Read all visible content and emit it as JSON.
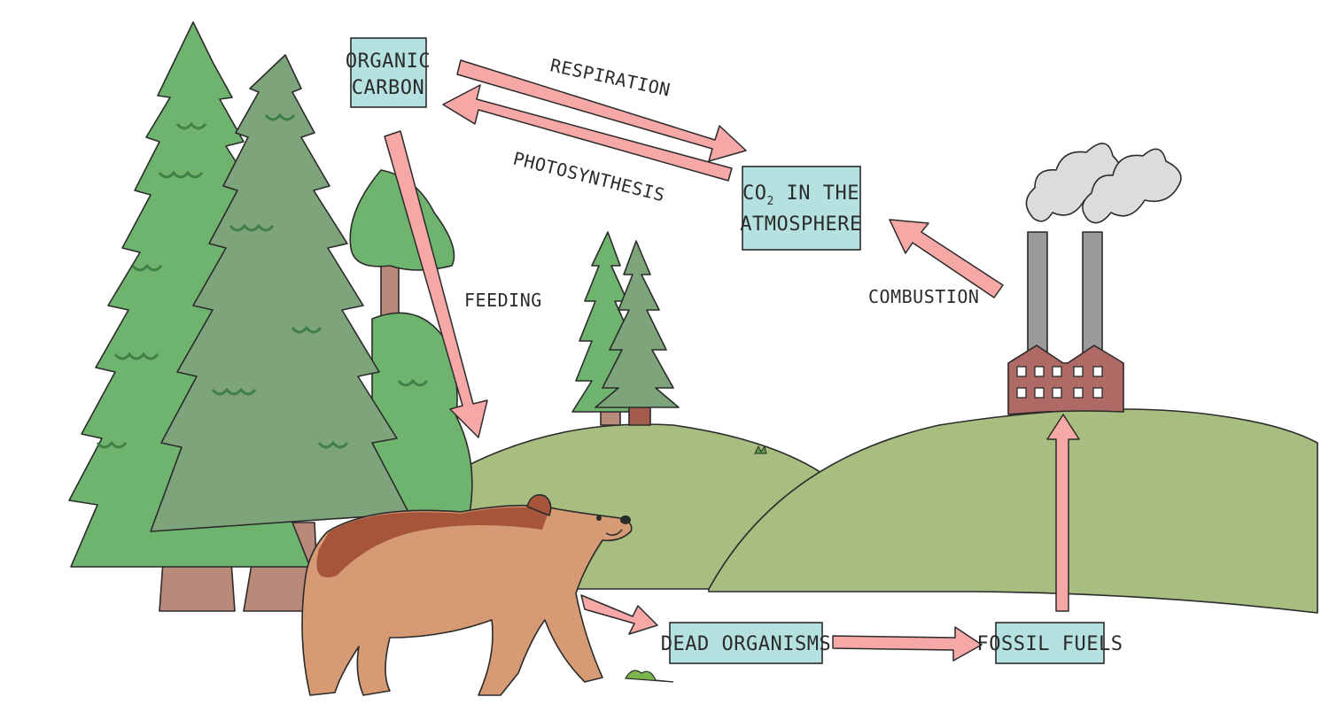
{
  "nodes": {
    "organic_carbon": {
      "line1": "ORGANIC",
      "line2": "CARBON"
    },
    "co2_atmosphere": {
      "line1_prefix": "CO",
      "line1_sub": "2",
      "line1_suffix": " IN THE",
      "line2": "ATMOSPHERE"
    },
    "dead_organisms": {
      "label": "DEAD ORGANISMS"
    },
    "fossil_fuels": {
      "label": "FOSSIL FUELS"
    }
  },
  "arrows": {
    "respiration": {
      "label": "RESPIRATION"
    },
    "photosynthesis": {
      "label": "PHOTOSYNTHESIS"
    },
    "feeding": {
      "label": "FEEDING"
    },
    "combustion": {
      "label": "COMBUSTION"
    }
  },
  "colors": {
    "box_fill": "#b5e2e0",
    "arrow_fill": "#f6a8a6",
    "hill": "#a8bd80",
    "tree_light": "#6fb46e",
    "tree_dark": "#7da47a",
    "bear": "#d69a74",
    "factory": "#b06a66",
    "smoke": "#dcdcdc"
  }
}
